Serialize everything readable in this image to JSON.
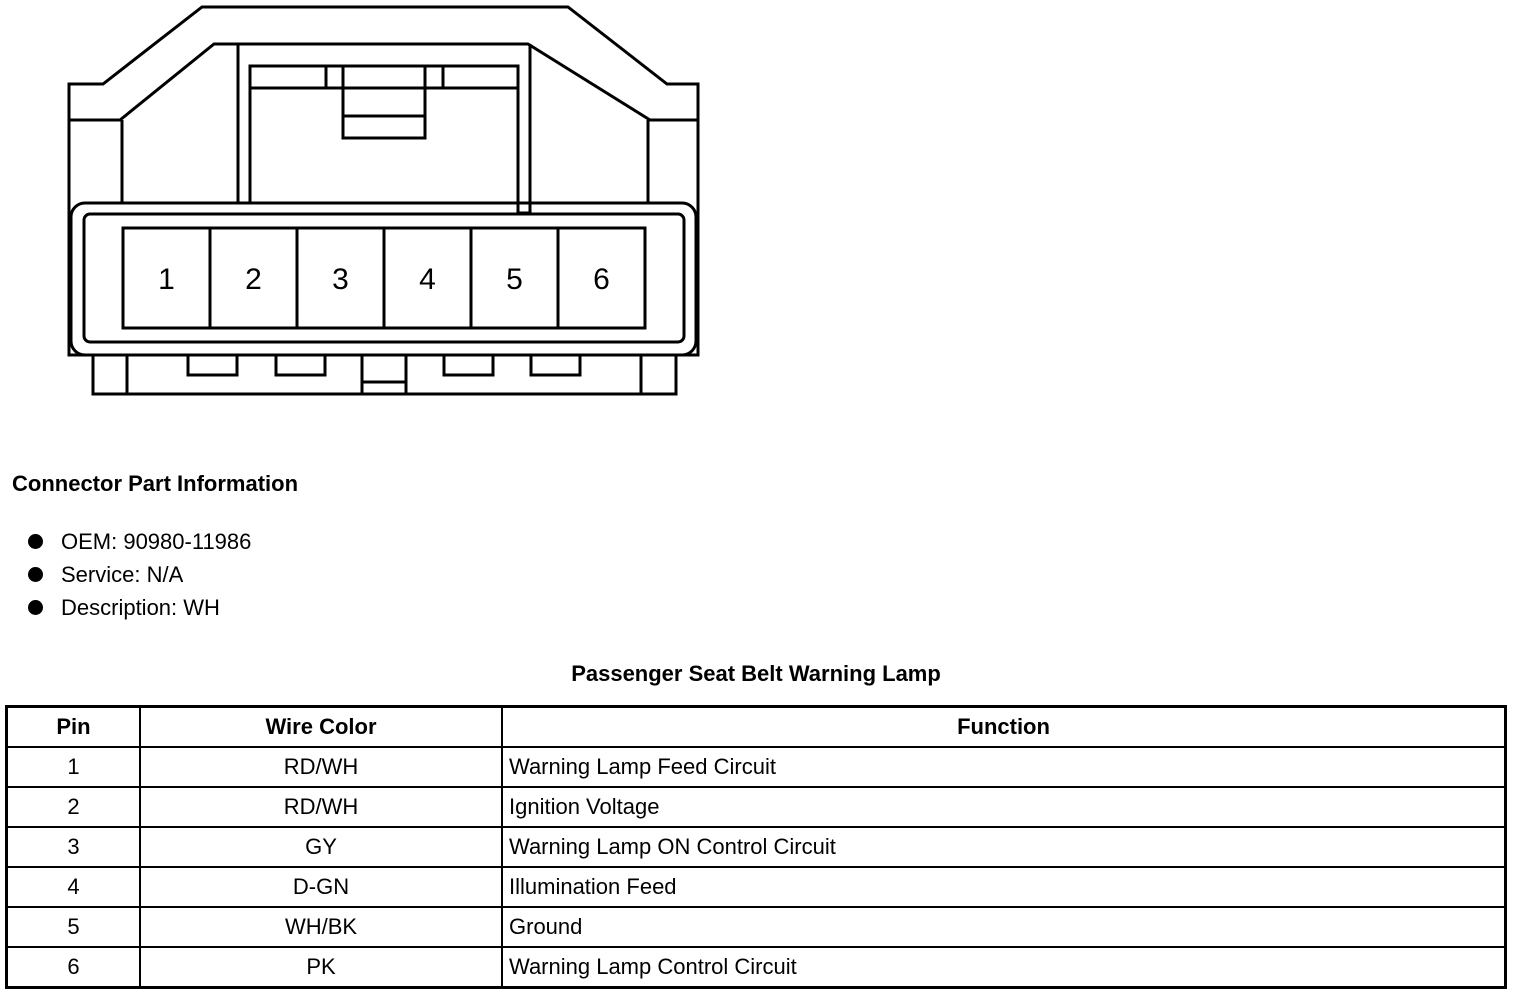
{
  "connector": {
    "pins": [
      "1",
      "2",
      "3",
      "4",
      "5",
      "6"
    ]
  },
  "info": {
    "heading": "Connector Part Information",
    "items": [
      "OEM: 90980-11986",
      "Service: N/A",
      "Description: WH"
    ]
  },
  "table": {
    "title": "Passenger Seat Belt Warning Lamp",
    "headers": [
      "Pin",
      "Wire Color",
      "Function"
    ],
    "rows": [
      {
        "pin": "1",
        "color": "RD/WH",
        "function": "Warning Lamp Feed Circuit"
      },
      {
        "pin": "2",
        "color": "RD/WH",
        "function": "Ignition Voltage"
      },
      {
        "pin": "3",
        "color": "GY",
        "function": "Warning Lamp ON Control Circuit"
      },
      {
        "pin": "4",
        "color": "D-GN",
        "function": "Illumination Feed"
      },
      {
        "pin": "5",
        "color": "WH/BK",
        "function": "Ground"
      },
      {
        "pin": "6",
        "color": "PK",
        "function": "Warning Lamp Control Circuit"
      }
    ]
  }
}
